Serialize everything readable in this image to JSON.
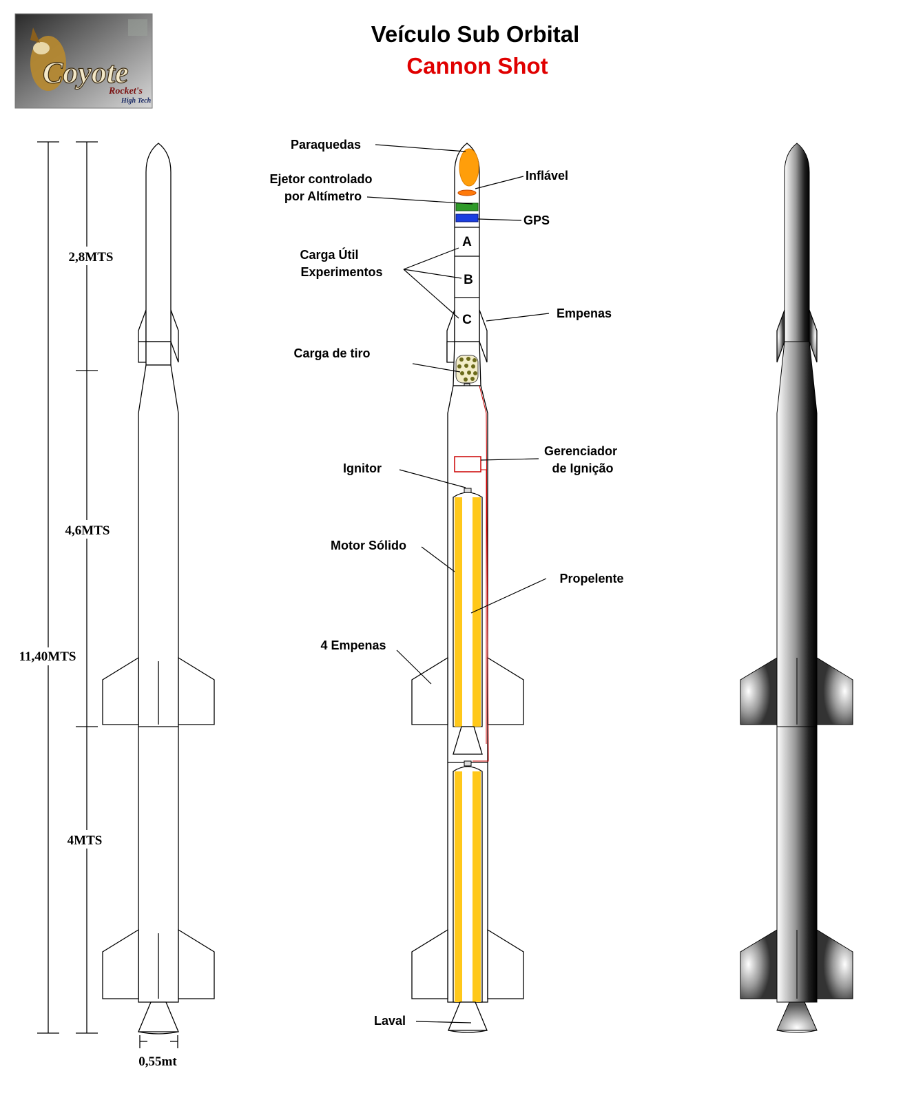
{
  "title": "Veículo  Sub Orbital",
  "subtitle": "Cannon Shot",
  "colors": {
    "subtitle": "#e00000",
    "parachute": "#ff9e0a",
    "ejector": "#2e9a28",
    "gps": "#1a3ee0",
    "propellant": "#ffc81a",
    "wiring": "#cc0000",
    "shot_charge": "#6b6a1a"
  },
  "logo": {
    "brand": "Coyote",
    "line2": "Rocket's",
    "line3": "High Tech"
  },
  "dimensions": {
    "section1": "2,8MTS",
    "section2": "4,6MTS",
    "section3": "4MTS",
    "total": "11,40MTS",
    "diameter": "0,55mt"
  },
  "labels": {
    "paraquedas": "Paraquedas",
    "ejetor_l1": "Ejetor controlado",
    "ejetor_l2": "por Altímetro",
    "inflavel": "Inflável",
    "gps": "GPS",
    "carga_l1": "Carga Útil",
    "carga_l2": "Experimentos",
    "empenas": "Empenas",
    "carga_tiro": "Carga de tiro",
    "gerenciador_l1": "Gerenciador",
    "gerenciador_l2": "de Ignição",
    "ignitor": "Ignitor",
    "motor": "Motor Sólido",
    "propelente": "Propelente",
    "empenas4": "4 Empenas",
    "laval": "Laval"
  },
  "sections": [
    "A",
    "B",
    "C"
  ]
}
